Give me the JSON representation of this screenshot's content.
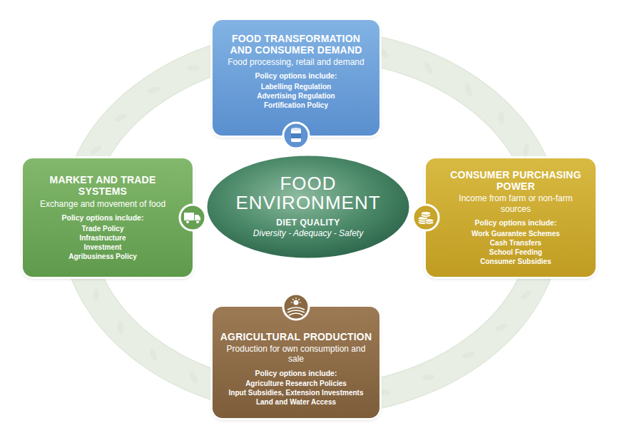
{
  "diagram": {
    "nodes": [
      {
        "text": [
          "FOOD TRANSFORMATION AND CONSUMER DEMAND",
          "Food processing, retail and demand",
          "Policy options include:",
          "Labelling Regulation",
          "Advertising Regulation",
          "Fortification Policy"
        ]
      },
      {
        "text": [
          "MARKET AND TRADE SYSTEMS",
          "Exchange and movement of food",
          "Policy options include:",
          "Trade Policy",
          "Infrastructure",
          "Investment",
          "Agribusiness Policy"
        ]
      },
      {
        "text": [
          "FOOD ENVIRONMENT",
          "DIET QUALITY",
          "Diversity - Adequacy - Safety"
        ]
      },
      {
        "text": [
          "CONSUMER PURCHASING POWER",
          "Income from farm or non-farm sources",
          "Policy options include:",
          "Work Guarantee Schemes",
          "Cash Transfers",
          "School Feeding",
          "Consumer Subsidies"
        ]
      },
      {
        "text": [
          "AGRICULTURAL PRODUCTION",
          "Production for own consumption and sale",
          "Policy options include:",
          "Agriculture Research Policies",
          "Input Subsidies, Extension Investments",
          "Land and Water Access"
        ]
      }
    ]
  }
}
